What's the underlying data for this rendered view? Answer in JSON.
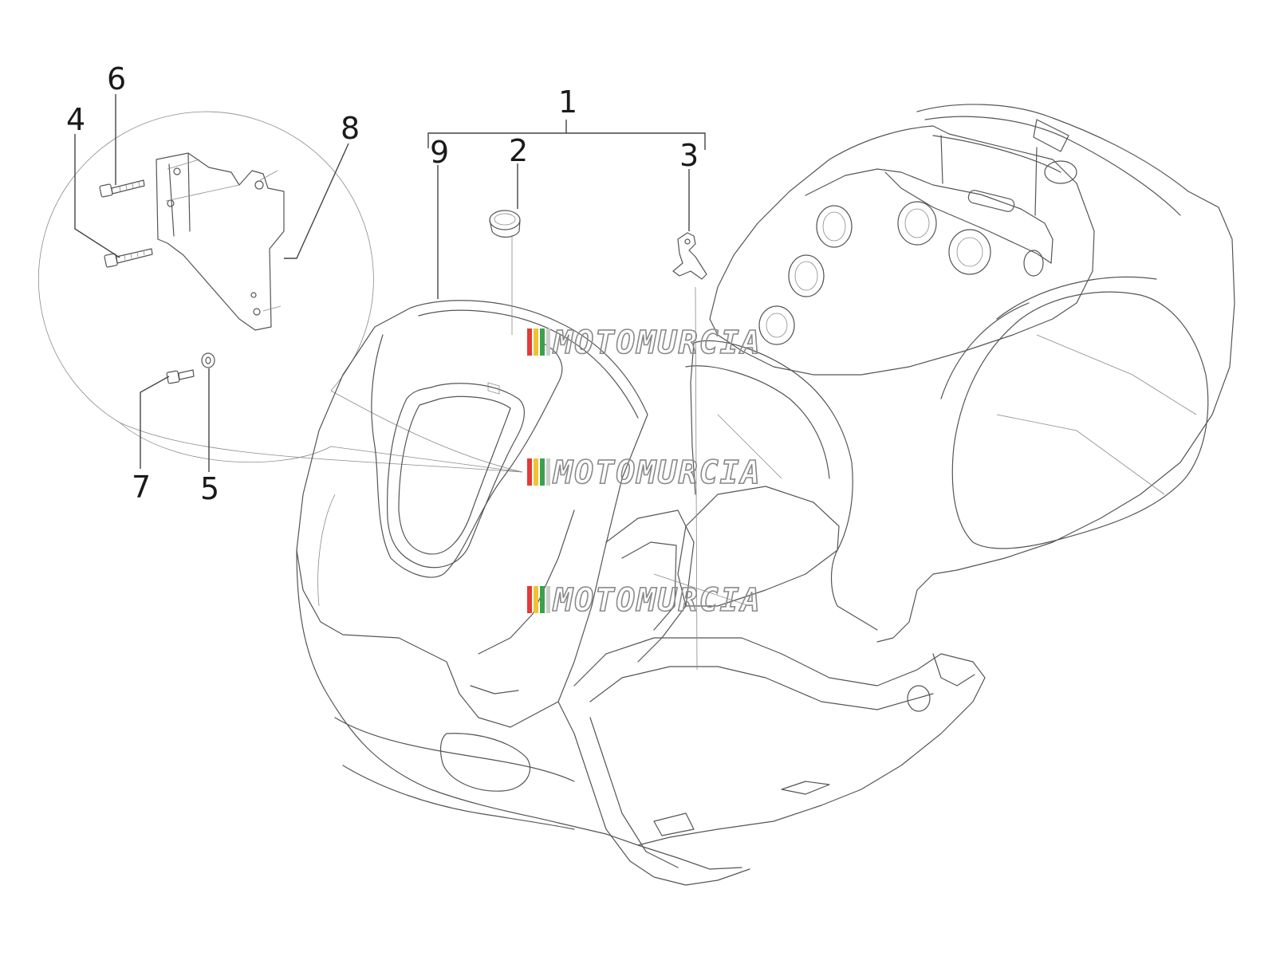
{
  "callouts": [
    "1",
    "2",
    "3",
    "4",
    "5",
    "6",
    "7",
    "8",
    "9"
  ],
  "watermark": {
    "text": "MOTOMURCIA",
    "stripe_colors": [
      "#e23b3b",
      "#f2c230",
      "#3aa14a",
      "#cccccc"
    ]
  }
}
